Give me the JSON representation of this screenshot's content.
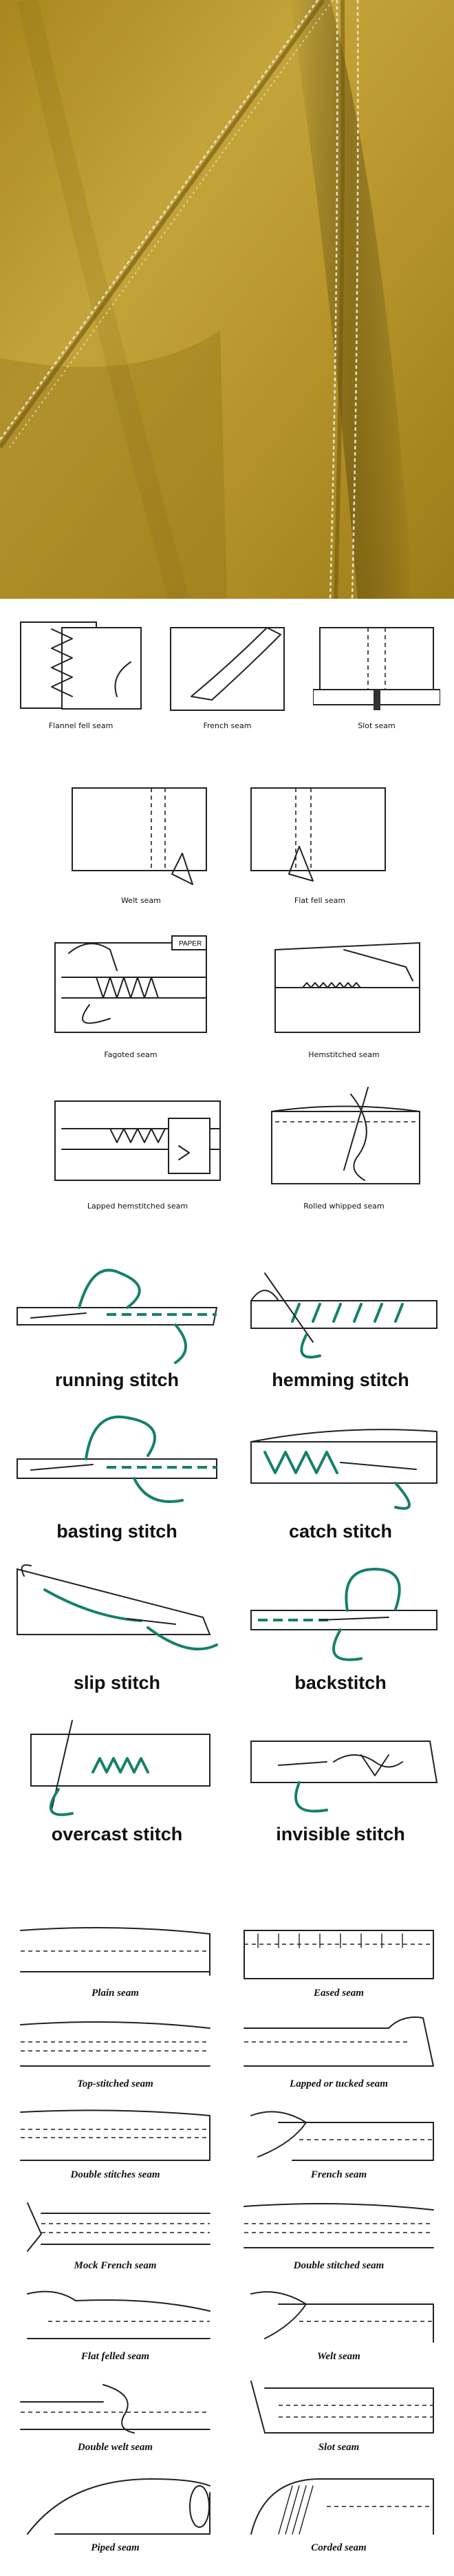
{
  "colors": {
    "fabric": "#b99a2c",
    "fabric_shadow": "#8a6d14",
    "thread": "#17806b",
    "seam_stitch": "#e8e2c8"
  },
  "top_diagrams": {
    "row1": [
      "Flannel fell seam",
      "French seam",
      "Slot seam"
    ],
    "row2": [
      "Welt seam",
      "Flat fell seam"
    ]
  },
  "fancy_seams": [
    "Fagoted seam",
    "Hemstitched seam",
    "Lapped hemstitched seam",
    "Rolled whipped seam"
  ],
  "paper_label": "PAPER",
  "stitches": [
    "running stitch",
    "hemming stitch",
    "basting stitch",
    "catch stitch",
    "slip stitch",
    "backstitch",
    "overcast stitch",
    "invisible stitch"
  ],
  "seams": [
    "Plain seam",
    "Eased seam",
    "Top-stitched seam",
    "Lapped or tucked seam",
    "Double stitches seam",
    "French seam",
    "Mock French seam",
    "Double stitched seam",
    "Flat felled seam",
    "Welt seam",
    "Double welt seam",
    "Slot seam",
    "Piped seam",
    "Corded seam"
  ]
}
